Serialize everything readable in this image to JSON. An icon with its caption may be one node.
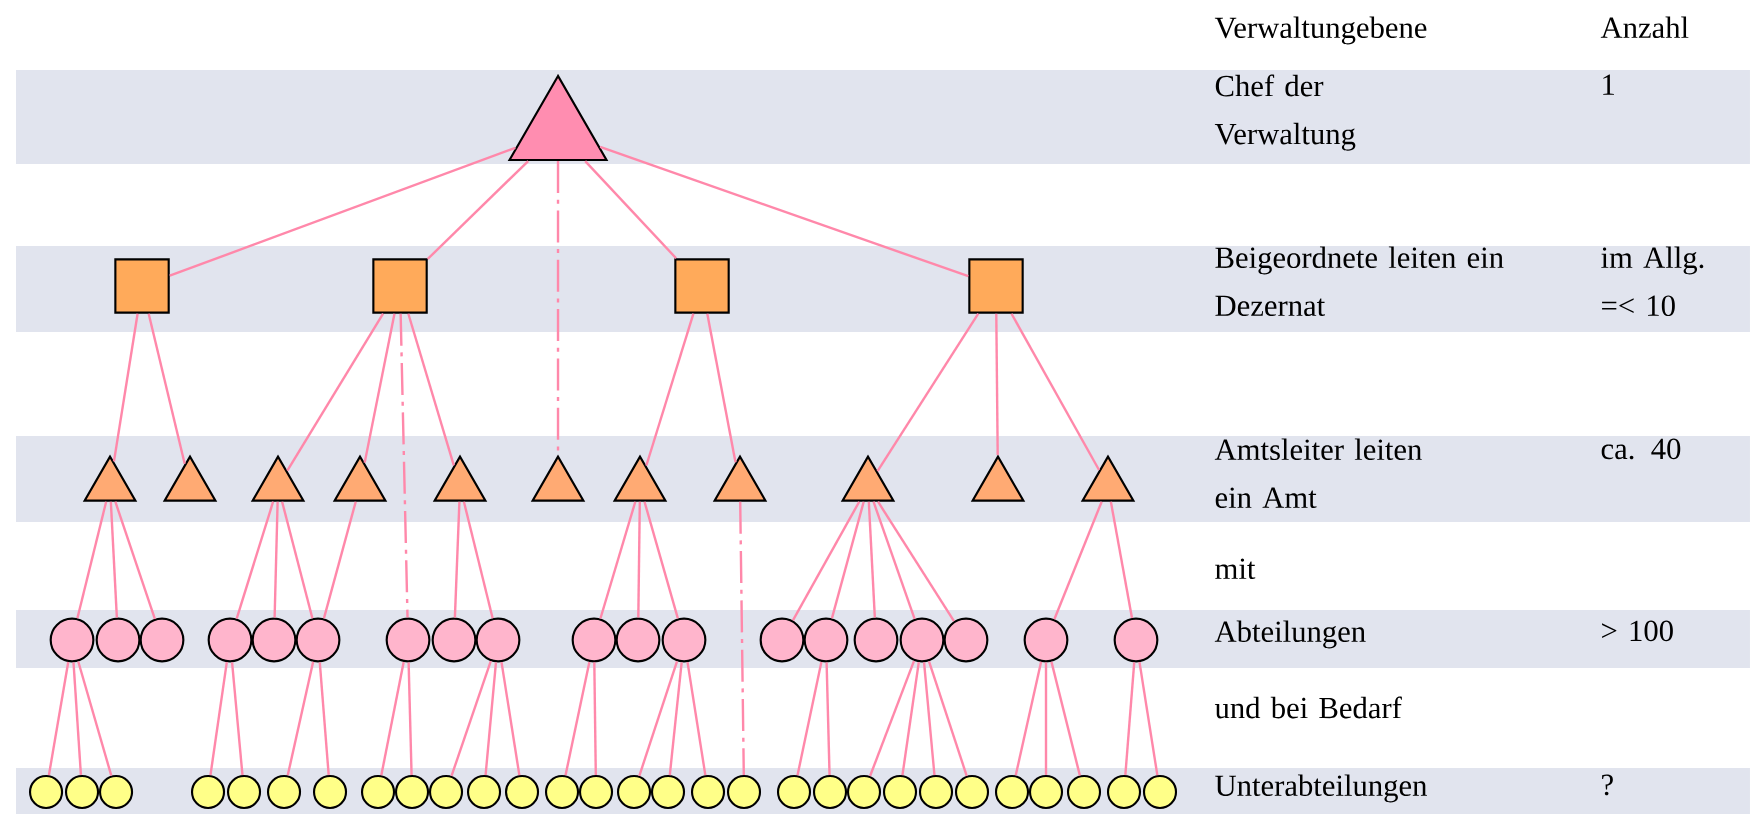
{
  "diagram": {
    "nodes": [
      {
        "text": [],
        "shape": "triangle"
      },
      {
        "text": [],
        "shape": "box"
      },
      {
        "text": [],
        "shape": "box"
      },
      {
        "text": [],
        "shape": "box"
      },
      {
        "text": [],
        "shape": "box"
      },
      {
        "text": [],
        "shape": "triangle"
      },
      {
        "text": [],
        "shape": "triangle"
      },
      {
        "text": [],
        "shape": "triangle"
      },
      {
        "text": [],
        "shape": "triangle"
      },
      {
        "text": [],
        "shape": "triangle"
      },
      {
        "text": [],
        "shape": "triangle"
      },
      {
        "text": [],
        "shape": "triangle"
      },
      {
        "text": [],
        "shape": "triangle"
      },
      {
        "text": [],
        "shape": "triangle"
      },
      {
        "text": [],
        "shape": "triangle"
      },
      {
        "text": [],
        "shape": "triangle"
      },
      {
        "text": [],
        "shape": "circle"
      },
      {
        "text": [],
        "shape": "circle"
      },
      {
        "text": [],
        "shape": "circle"
      },
      {
        "text": [],
        "shape": "circle"
      },
      {
        "text": [],
        "shape": "circle"
      },
      {
        "text": [],
        "shape": "circle"
      },
      {
        "text": [],
        "shape": "circle"
      },
      {
        "text": [],
        "shape": "circle"
      },
      {
        "text": [],
        "shape": "circle"
      },
      {
        "text": [],
        "shape": "circle"
      },
      {
        "text": [],
        "shape": "circle"
      },
      {
        "text": [],
        "shape": "circle"
      },
      {
        "text": [],
        "shape": "circle"
      },
      {
        "text": [],
        "shape": "circle"
      },
      {
        "text": [],
        "shape": "circle"
      },
      {
        "text": [],
        "shape": "circle"
      },
      {
        "text": [],
        "shape": "circle"
      },
      {
        "text": [],
        "shape": "circle"
      },
      {
        "text": [],
        "shape": "circle"
      },
      {
        "text": [],
        "shape": "circle"
      },
      {
        "text": [],
        "shape": "circle"
      },
      {
        "text": [],
        "shape": "circle"
      },
      {
        "text": [],
        "shape": "circle"
      },
      {
        "text": [],
        "shape": "circle"
      },
      {
        "text": [],
        "shape": "circle"
      },
      {
        "text": [],
        "shape": "circle"
      },
      {
        "text": [],
        "shape": "circle"
      },
      {
        "text": [],
        "shape": "circle"
      },
      {
        "text": [],
        "shape": "circle"
      },
      {
        "text": [],
        "shape": "circle"
      },
      {
        "text": [],
        "shape": "circle"
      },
      {
        "text": [],
        "shape": "circle"
      },
      {
        "text": [],
        "shape": "circle"
      },
      {
        "text": [],
        "shape": "circle"
      },
      {
        "text": [],
        "shape": "circle"
      },
      {
        "text": [],
        "shape": "circle"
      },
      {
        "text": [],
        "shape": "circle"
      },
      {
        "text": [],
        "shape": "circle"
      },
      {
        "text": [],
        "shape": "circle"
      },
      {
        "text": [],
        "shape": "circle"
      },
      {
        "text": [],
        "shape": "circle"
      },
      {
        "text": [],
        "shape": "circle"
      },
      {
        "text": [],
        "shape": "circle"
      },
      {
        "text": [],
        "shape": "circle"
      },
      {
        "text": [],
        "shape": "circle"
      },
      {
        "text": [],
        "shape": "circle"
      },
      {
        "text": [],
        "shape": "circle"
      },
      {
        "text": [],
        "shape": "circle"
      }
    ],
    "edges": [
      {
        "from": 0,
        "to": 1,
        "arrow": "none"
      },
      {
        "from": 0,
        "to": 2,
        "arrow": "none"
      },
      {
        "from": 0,
        "to": 10,
        "arrow": "none",
        "style": "dashed"
      },
      {
        "from": 0,
        "to": 3,
        "arrow": "none"
      },
      {
        "from": 0,
        "to": 4,
        "arrow": "none"
      },
      {
        "from": 1,
        "to": 5,
        "arrow": "none"
      },
      {
        "from": 1,
        "to": 6,
        "arrow": "none"
      },
      {
        "from": 2,
        "to": 7,
        "arrow": "none"
      },
      {
        "from": 2,
        "to": 8,
        "arrow": "none"
      },
      {
        "from": 2,
        "to": 22,
        "arrow": "none",
        "style": "dashed"
      },
      {
        "from": 2,
        "to": 9,
        "arrow": "none"
      },
      {
        "from": 3,
        "to": 11,
        "arrow": "none"
      },
      {
        "from": 3,
        "to": 12,
        "arrow": "none"
      },
      {
        "from": 4,
        "to": 13,
        "arrow": "none"
      },
      {
        "from": 4,
        "to": 14,
        "arrow": "none"
      },
      {
        "from": 4,
        "to": 15,
        "arrow": "none"
      },
      {
        "from": 5,
        "to": 16,
        "arrow": "none"
      },
      {
        "from": 5,
        "to": 17,
        "arrow": "none"
      },
      {
        "from": 5,
        "to": 18,
        "arrow": "none"
      },
      {
        "from": 7,
        "to": 19,
        "arrow": "none"
      },
      {
        "from": 7,
        "to": 20,
        "arrow": "none"
      },
      {
        "from": 7,
        "to": 21,
        "arrow": "none"
      },
      {
        "from": 8,
        "to": 21,
        "arrow": "none"
      },
      {
        "from": 9,
        "to": 23,
        "arrow": "none"
      },
      {
        "from": 9,
        "to": 24,
        "arrow": "none"
      },
      {
        "from": 11,
        "to": 25,
        "arrow": "none"
      },
      {
        "from": 11,
        "to": 26,
        "arrow": "none"
      },
      {
        "from": 11,
        "to": 27,
        "arrow": "none"
      },
      {
        "from": 12,
        "to": 52,
        "arrow": "none",
        "style": "dashed"
      },
      {
        "from": 13,
        "to": 28,
        "arrow": "none"
      },
      {
        "from": 13,
        "to": 29,
        "arrow": "none"
      },
      {
        "from": 13,
        "to": 30,
        "arrow": "none"
      },
      {
        "from": 13,
        "to": 31,
        "arrow": "none"
      },
      {
        "from": 13,
        "to": 32,
        "arrow": "none"
      },
      {
        "from": 15,
        "to": 33,
        "arrow": "none"
      },
      {
        "from": 15,
        "to": 34,
        "arrow": "none"
      },
      {
        "from": 16,
        "to": 35,
        "arrow": "none"
      },
      {
        "from": 16,
        "to": 36,
        "arrow": "none"
      },
      {
        "from": 16,
        "to": 37,
        "arrow": "none"
      },
      {
        "from": 19,
        "to": 38,
        "arrow": "none"
      },
      {
        "from": 19,
        "to": 39,
        "arrow": "none"
      },
      {
        "from": 21,
        "to": 40,
        "arrow": "none"
      },
      {
        "from": 21,
        "to": 41,
        "arrow": "none"
      },
      {
        "from": 22,
        "to": 42,
        "arrow": "none"
      },
      {
        "from": 22,
        "to": 43,
        "arrow": "none"
      },
      {
        "from": 24,
        "to": 44,
        "arrow": "none"
      },
      {
        "from": 24,
        "to": 45,
        "arrow": "none"
      },
      {
        "from": 24,
        "to": 46,
        "arrow": "none"
      },
      {
        "from": 25,
        "to": 47,
        "arrow": "none"
      },
      {
        "from": 25,
        "to": 48,
        "arrow": "none"
      },
      {
        "from": 27,
        "to": 49,
        "arrow": "none"
      },
      {
        "from": 27,
        "to": 50,
        "arrow": "none"
      },
      {
        "from": 27,
        "to": 51,
        "arrow": "none"
      },
      {
        "from": 29,
        "to": 53,
        "arrow": "none"
      },
      {
        "from": 29,
        "to": 54,
        "arrow": "none"
      },
      {
        "from": 31,
        "to": 55,
        "arrow": "none"
      },
      {
        "from": 31,
        "to": 56,
        "arrow": "none"
      },
      {
        "from": 31,
        "to": 57,
        "arrow": "none"
      },
      {
        "from": 31,
        "to": 58,
        "arrow": "none"
      },
      {
        "from": 33,
        "to": 59,
        "arrow": "none"
      },
      {
        "from": 33,
        "to": 60,
        "arrow": "none"
      },
      {
        "from": 33,
        "to": 61,
        "arrow": "none"
      },
      {
        "from": 34,
        "to": 62,
        "arrow": "none"
      },
      {
        "from": 34,
        "to": 63,
        "arrow": "none"
      }
    ],
    "labels": [
      "Verwaltungebene",
      "Anzahl",
      "Chef der Verwaltung",
      "1",
      "Beigeordnete leiten ein Dezernat",
      "im Allg. =< 10",
      "Amtsleiter leiten ein Amt",
      "ca. 40",
      "mit",
      "Abteilungen",
      "> 100",
      "und bei Bedarf",
      "Unterabteilungen",
      "?"
    ]
  }
}
